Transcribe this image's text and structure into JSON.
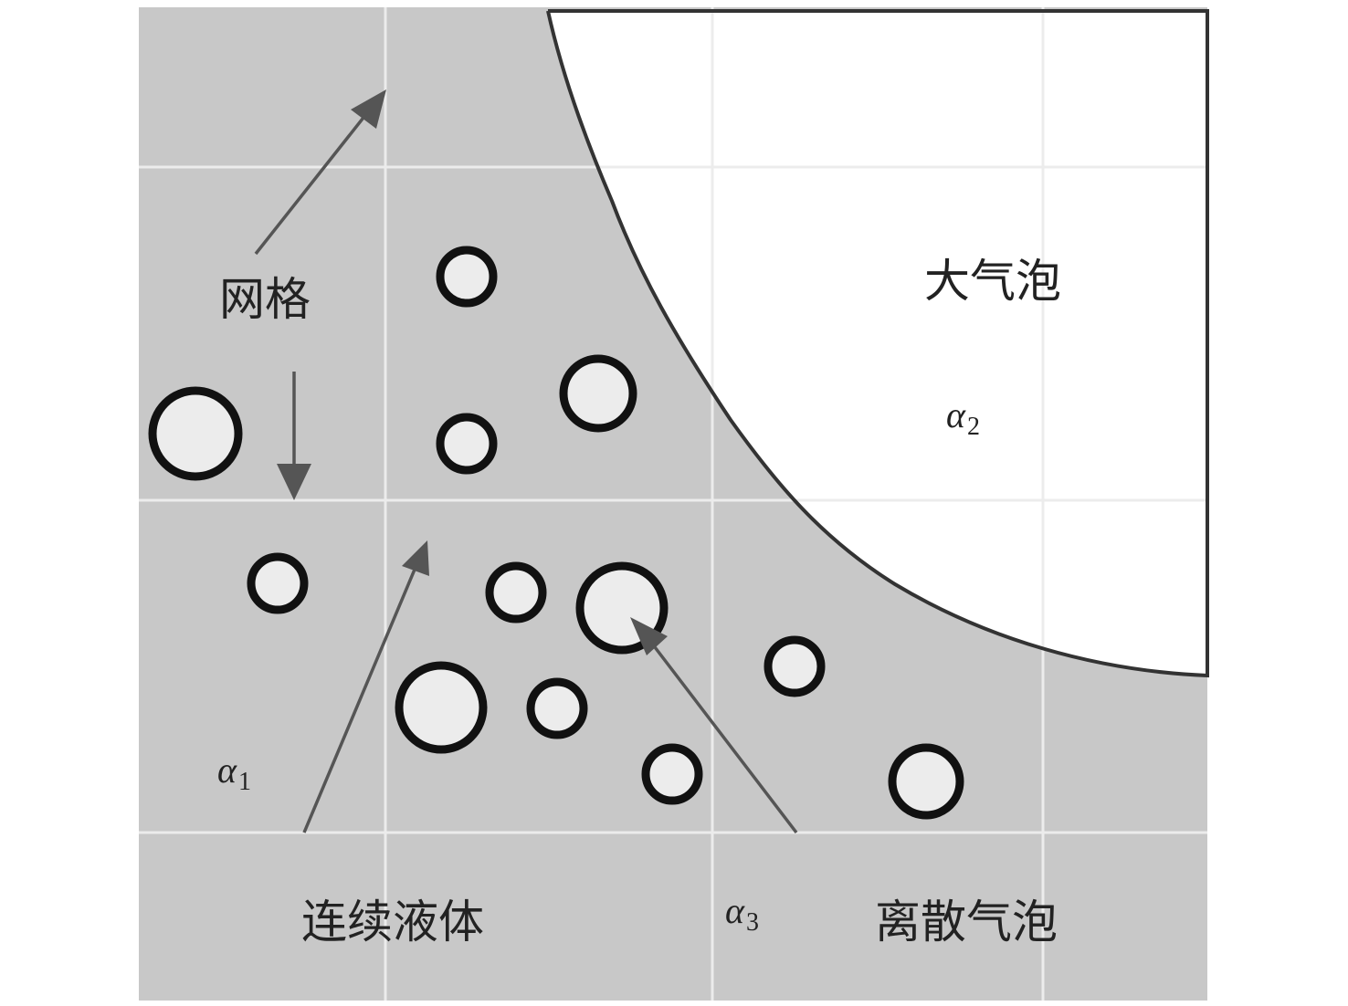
{
  "labels": {
    "grid": "网格",
    "large_bubble": "大气泡",
    "continuous_liquid": "连续液体",
    "discrete_bubbles": "离散气泡",
    "alpha1": {
      "symbol": "α",
      "sub": "1"
    },
    "alpha2": {
      "symbol": "α",
      "sub": "2"
    },
    "alpha3": {
      "symbol": "α",
      "sub": "3"
    }
  },
  "colors": {
    "liquid": "#c8c8c8",
    "gas": "#ffffff",
    "grid_line": "#ececec",
    "bubble_fill": "#ececec",
    "bubble_ring": "#111111",
    "interface": "#333333",
    "arrow": "#555555",
    "text": "#222222"
  }
}
